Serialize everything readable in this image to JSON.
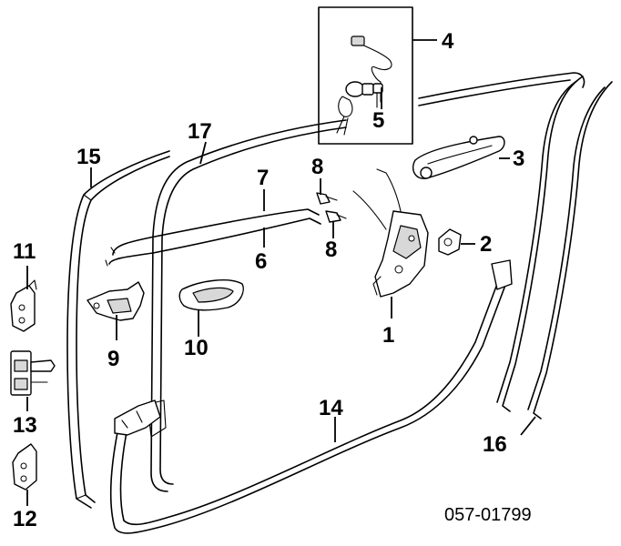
{
  "diagram": {
    "callouts": [
      {
        "id": "c1",
        "label": "1"
      },
      {
        "id": "c2",
        "label": "2"
      },
      {
        "id": "c3",
        "label": "3"
      },
      {
        "id": "c4",
        "label": "4"
      },
      {
        "id": "c5",
        "label": "5"
      },
      {
        "id": "c6",
        "label": "6"
      },
      {
        "id": "c7",
        "label": "7"
      },
      {
        "id": "c8a",
        "label": "8"
      },
      {
        "id": "c8b",
        "label": "8"
      },
      {
        "id": "c9",
        "label": "9"
      },
      {
        "id": "c10",
        "label": "10"
      },
      {
        "id": "c11",
        "label": "11"
      },
      {
        "id": "c12",
        "label": "12"
      },
      {
        "id": "c13",
        "label": "13"
      },
      {
        "id": "c14",
        "label": "14"
      },
      {
        "id": "c15",
        "label": "15"
      },
      {
        "id": "c16",
        "label": "16"
      },
      {
        "id": "c17",
        "label": "17"
      }
    ],
    "code": "057-01799"
  }
}
